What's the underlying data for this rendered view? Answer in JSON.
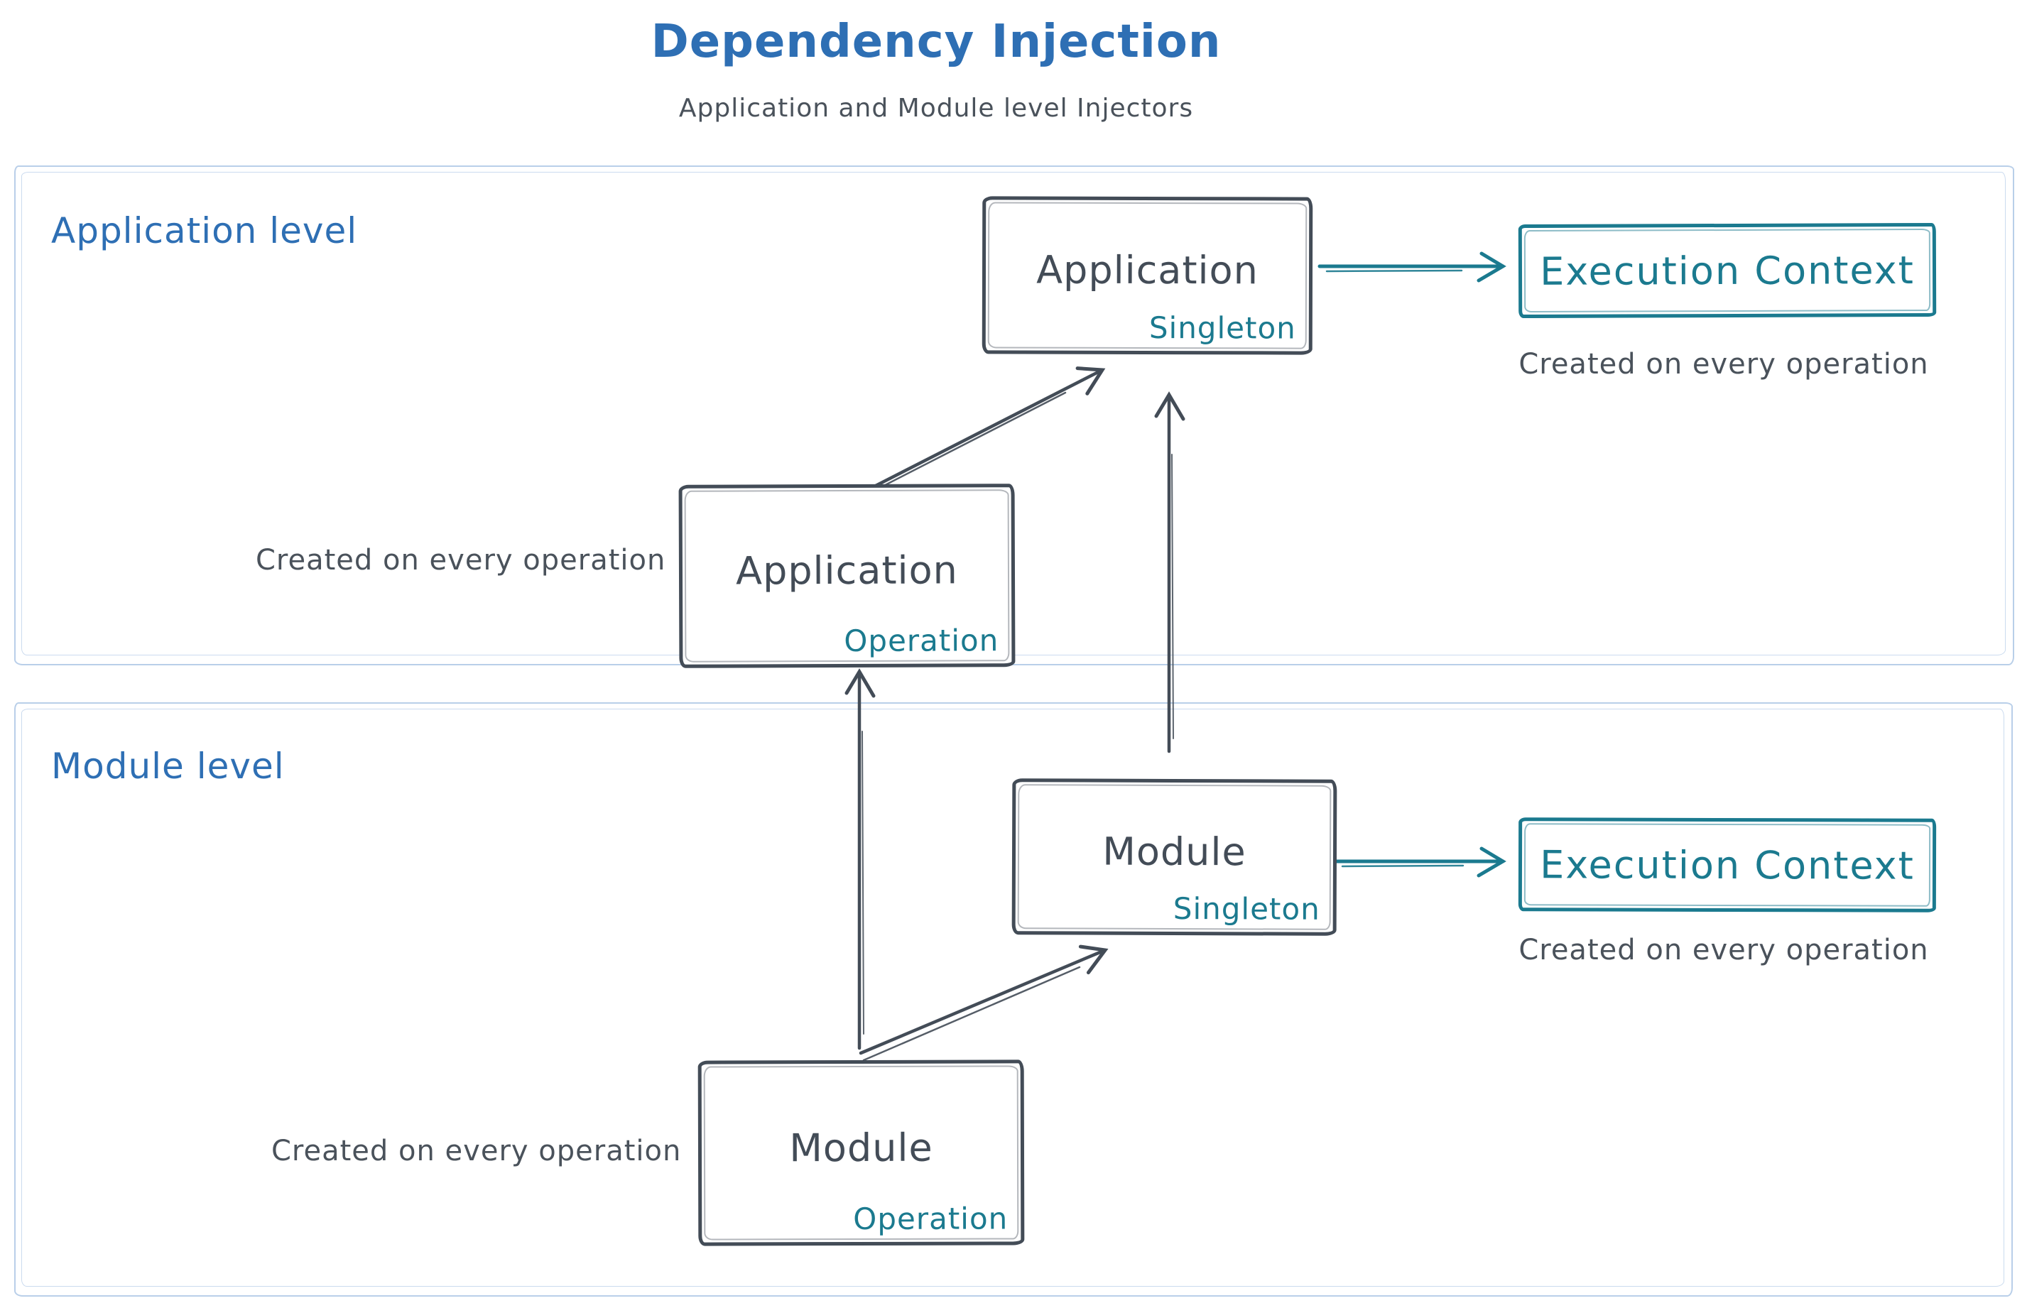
{
  "colors": {
    "dark_stroke": "#434c57",
    "teal_accent": "#1b7a8f",
    "blue_accent": "#2e6fb4",
    "section_border": "#b9cfe9",
    "caption_gray": "#4a525b",
    "background": "#ffffff"
  },
  "header": {
    "title": "Dependency Injection",
    "subtitle": "Application and Module level Injectors"
  },
  "sections": {
    "application": {
      "label": "Application level",
      "singleton_box": {
        "title": "Application",
        "tag": "Singleton"
      },
      "operation_box": {
        "title": "Application",
        "tag": "Operation"
      },
      "operation_caption": "Created on every operation",
      "execution_context": {
        "label": "Execution Context",
        "caption": "Created on every operation"
      }
    },
    "module": {
      "label": "Module level",
      "singleton_box": {
        "title": "Module",
        "tag": "Singleton"
      },
      "operation_box": {
        "title": "Module",
        "tag": "Operation"
      },
      "operation_caption": "Created on every operation",
      "execution_context": {
        "label": "Execution Context",
        "caption": "Created on every operation"
      }
    }
  }
}
